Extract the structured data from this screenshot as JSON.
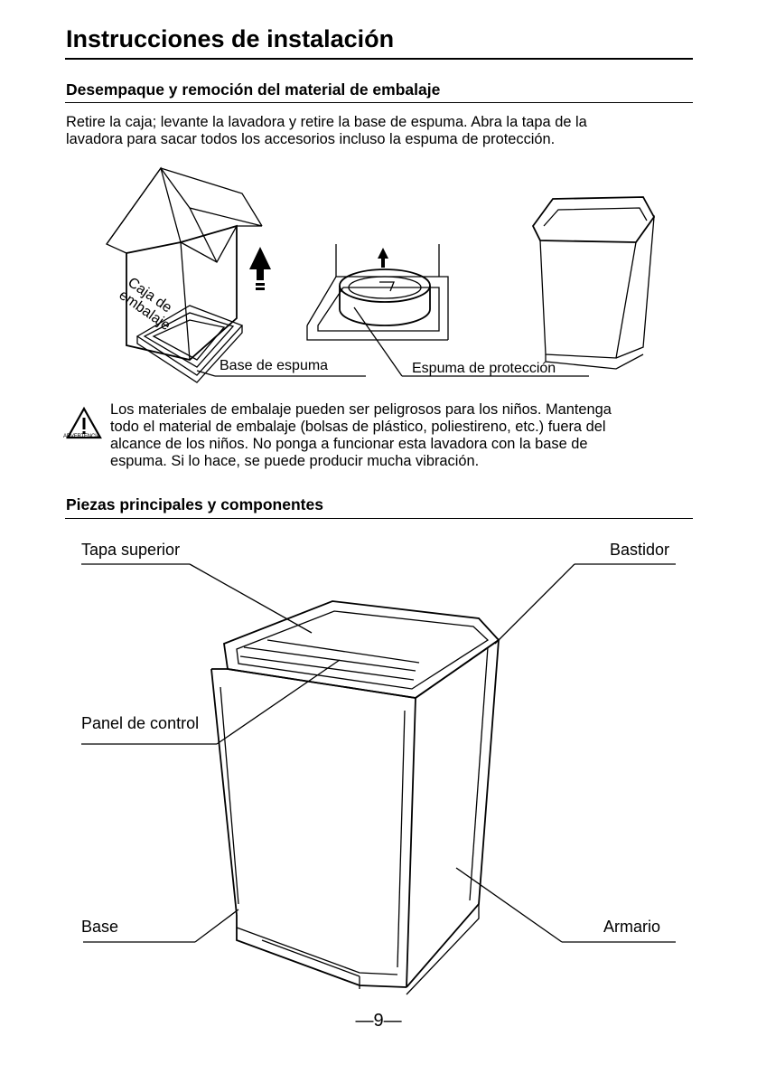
{
  "page": {
    "title": "Instrucciones de instalación",
    "page_number": "9"
  },
  "unpacking": {
    "heading": "Desempaque y remoción del material de embalaje",
    "line1": "Retire la caja; levante la lavadora y retire la base de espuma. Abra la tapa de la",
    "line2": "lavadora para sacar todos los accesorios incluso la espuma de protección.",
    "box_label_line1": "Caja de",
    "box_label_line2": "embalaje",
    "foam_base_label": "Base de espuma",
    "foam_protection_label": "Espuma de protección"
  },
  "warning": {
    "icon": "warning-triangle-icon",
    "tag": "ADVERTENCIA",
    "line1": "Los materiales de embalaje pueden ser peligrosos para los niños. Mantenga",
    "line2": "todo el material de embalaje (bolsas de plástico, poliestireno, etc.) fuera del",
    "line3": "alcance de los niños. No ponga a funcionar esta lavadora con la base de",
    "line4": "espuma. Si lo hace, se puede producir mucha vibración."
  },
  "parts": {
    "heading": "Piezas principales y componentes",
    "top_lid": "Tapa superior",
    "frame": "Bastidor",
    "control_panel": "Panel de control",
    "base": "Base",
    "cabinet": "Armario"
  }
}
